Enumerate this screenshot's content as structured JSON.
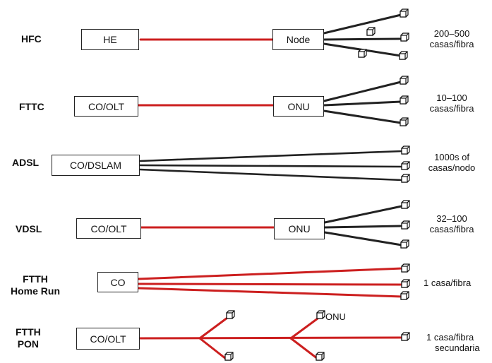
{
  "rows": [
    {
      "label": "HFC",
      "head": "HE",
      "mid": "Node",
      "caption": [
        "200–500",
        "casas/fibra"
      ]
    },
    {
      "label": "FTTC",
      "head": "CO/OLT",
      "mid": "ONU",
      "caption": [
        "10–100",
        "casas/fibra"
      ]
    },
    {
      "label": "ADSL",
      "head": "CO/DSLAM",
      "caption": [
        "1000s of",
        "casas/nodo"
      ]
    },
    {
      "label": "VDSL",
      "head": "CO/OLT",
      "mid": "ONU",
      "caption": [
        "32–100",
        "casas/fibra"
      ]
    },
    {
      "label": [
        "FTTH",
        "Home Run"
      ],
      "head": "CO",
      "caption": [
        "1 casa/fibra"
      ]
    },
    {
      "label": [
        "FTTH",
        "PON"
      ],
      "head": "CO/OLT",
      "onu_label": "ONU",
      "caption": [
        "1 casa/fibra",
        "secundaria"
      ]
    }
  ],
  "colors": {
    "fiber": "#cc1f1f",
    "copper": "#222222"
  }
}
